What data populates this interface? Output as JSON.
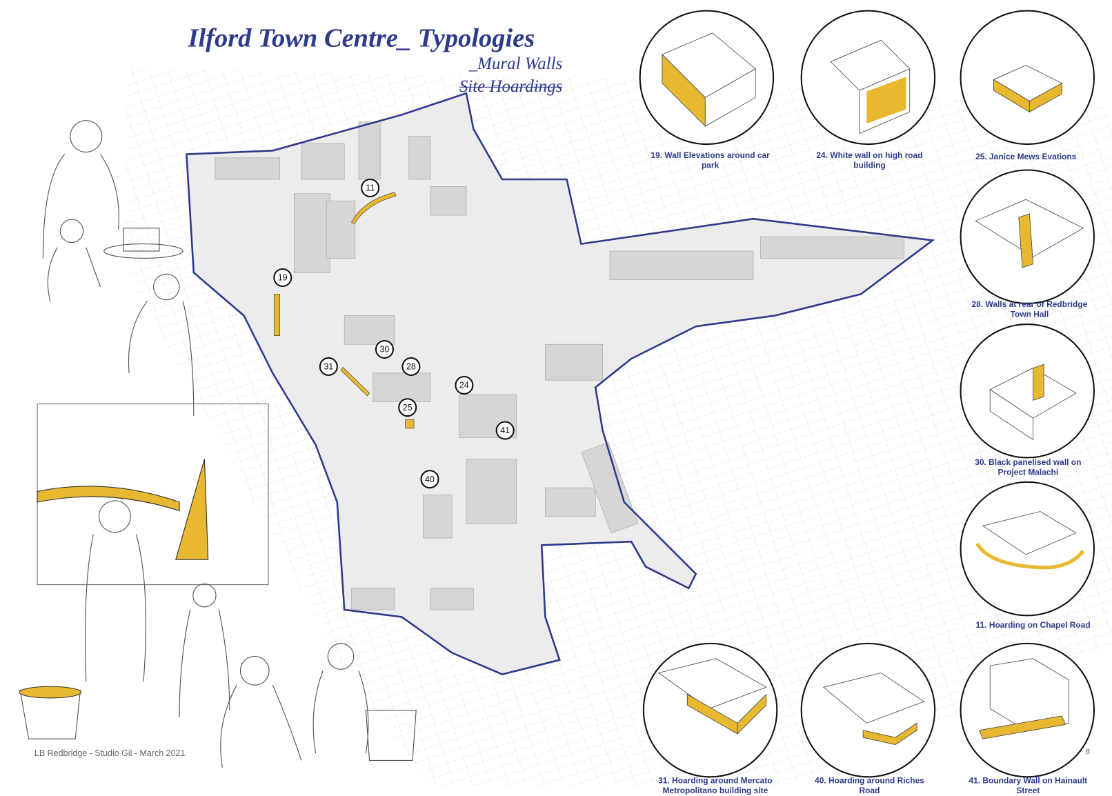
{
  "header": {
    "title": "Ilford Town Centre_ Typologies",
    "subtitle_1": "_Mural Walls",
    "subtitle_2": "Site Hoardings"
  },
  "colors": {
    "accent": "#E8B830",
    "text": "#2E3A8C",
    "boundary": "#2E3A8C"
  },
  "map_markers": [
    "11",
    "19",
    "30",
    "31",
    "28",
    "24",
    "25",
    "41",
    "40"
  ],
  "typologies": [
    {
      "id": "19",
      "caption": "19. Wall Elevations around car park"
    },
    {
      "id": "24",
      "caption": "24. White wall on high road building"
    },
    {
      "id": "25",
      "caption": "25. Janice Mews Evations"
    },
    {
      "id": "28",
      "caption": "28. Walls at rear of Redbridge Town Hall"
    },
    {
      "id": "30",
      "caption": "30. Black panelised wall on Project Malachi"
    },
    {
      "id": "11",
      "caption": "11. Hoarding on Chapel Road"
    },
    {
      "id": "31",
      "caption": "31. Hoarding around Mercato Metropolitano building site"
    },
    {
      "id": "40",
      "caption": "40. Hoarding around Riches Road"
    },
    {
      "id": "41",
      "caption": "41. Boundary Wall on Hainault Street"
    }
  ],
  "footer": {
    "credit": "LB Redbridge - Studio Gil - March 2021",
    "page": "8"
  }
}
